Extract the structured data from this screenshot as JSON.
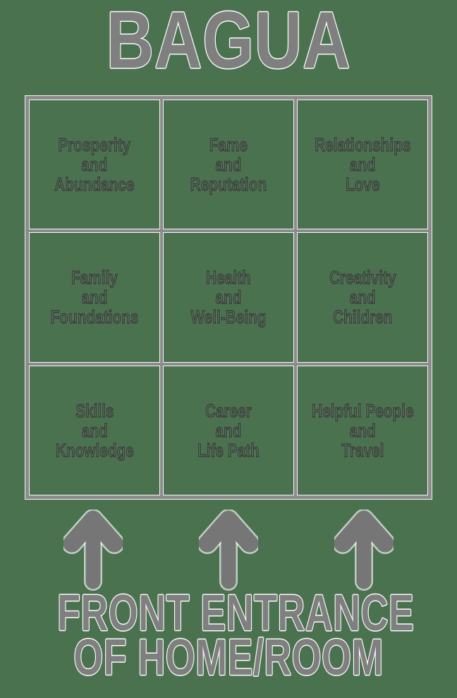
{
  "page": {
    "title": "BAGUA"
  },
  "colors": {
    "background": "#4a724f",
    "grid_line": "#8b8b8b",
    "grid_edge": "rgba(255,255,255,0.92)",
    "label_outline": "#3c3c3c",
    "heading_text": "#7f7f7f",
    "arrow": "#767676"
  },
  "bagua_grid": {
    "cells": [
      {
        "label": [
          "Prosperity",
          "and",
          "Abundance"
        ]
      },
      {
        "label": [
          "Fame",
          "and",
          "Reputation"
        ]
      },
      {
        "label": [
          "Relationships",
          "and",
          "Love"
        ]
      },
      {
        "label": [
          "Family",
          "and",
          "Foundations"
        ]
      },
      {
        "label": [
          "Health",
          "and",
          "Well-Being"
        ]
      },
      {
        "label": [
          "Creativity",
          "and",
          "Children"
        ]
      },
      {
        "label": [
          "Skills",
          "and",
          "Knowledge"
        ]
      },
      {
        "label": [
          "Career",
          "and",
          "Life Path"
        ]
      },
      {
        "label": [
          "Helpful People",
          "and",
          "Travel"
        ]
      }
    ]
  },
  "arrows": {
    "direction": "up",
    "count": 3
  },
  "footer": {
    "lines": [
      "FRONT ENTRANCE",
      "OF HOME/ROOM"
    ]
  }
}
